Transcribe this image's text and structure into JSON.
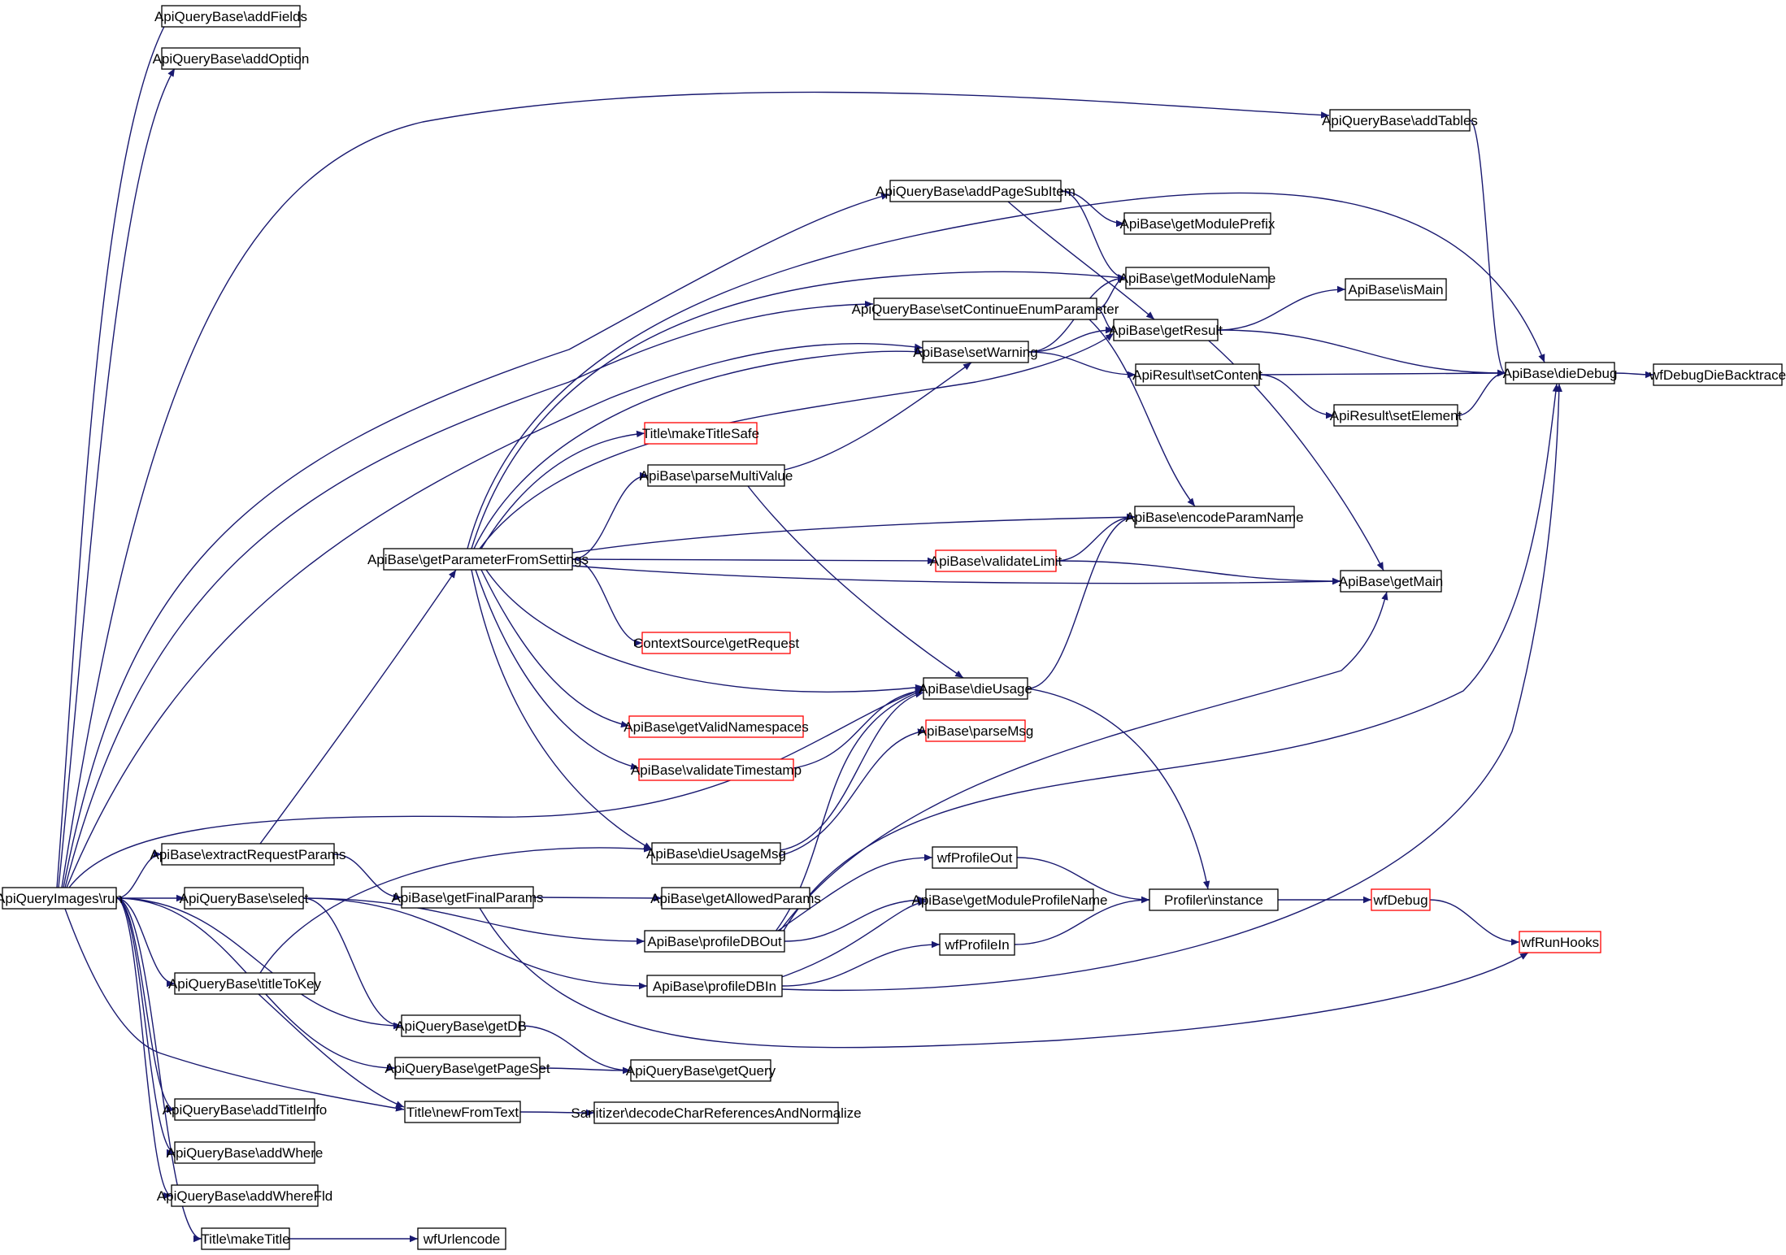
{
  "colors": {
    "edge": "#191970",
    "node_border": "#000000",
    "node_border_truncated": "#ff0000",
    "root_fill": "#bfbfbf",
    "node_fill": "#ffffff",
    "text": "#000000"
  },
  "nodes": [
    {
      "id": "root",
      "label": "ApiQueryImages\\run",
      "style": "root"
    },
    {
      "id": "addFields",
      "label": "ApiQueryBase\\addFields",
      "style": "normal"
    },
    {
      "id": "addOption",
      "label": "ApiQueryBase\\addOption",
      "style": "normal"
    },
    {
      "id": "addTables",
      "label": "ApiQueryBase\\addTables",
      "style": "normal"
    },
    {
      "id": "addPageSubItem",
      "label": "ApiQueryBase\\addPageSubItem",
      "style": "normal"
    },
    {
      "id": "getModulePrefix",
      "label": "ApiBase\\getModulePrefix",
      "style": "normal"
    },
    {
      "id": "getModuleName",
      "label": "ApiBase\\getModuleName",
      "style": "normal"
    },
    {
      "id": "setContinueEnumParameter",
      "label": "ApiQueryBase\\setContinueEnumParameter",
      "style": "normal"
    },
    {
      "id": "isMain",
      "label": "ApiBase\\isMain",
      "style": "normal"
    },
    {
      "id": "getResult",
      "label": "ApiBase\\getResult",
      "style": "normal"
    },
    {
      "id": "setWarning",
      "label": "ApiBase\\setWarning",
      "style": "normal"
    },
    {
      "id": "setContent",
      "label": "ApiResult\\setContent",
      "style": "normal"
    },
    {
      "id": "dieDebug",
      "label": "ApiBase\\dieDebug",
      "style": "normal"
    },
    {
      "id": "wfDebugDieBacktrace",
      "label": "wfDebugDieBacktrace",
      "style": "normal"
    },
    {
      "id": "setElement",
      "label": "ApiResult\\setElement",
      "style": "normal"
    },
    {
      "id": "makeTitleSafe",
      "label": "Title\\makeTitleSafe",
      "style": "truncated"
    },
    {
      "id": "parseMultiValue",
      "label": "ApiBase\\parseMultiValue",
      "style": "normal"
    },
    {
      "id": "encodeParamName",
      "label": "ApiBase\\encodeParamName",
      "style": "normal"
    },
    {
      "id": "getParameterFromSettings",
      "label": "ApiBase\\getParameterFromSettings",
      "style": "normal"
    },
    {
      "id": "validateLimit",
      "label": "ApiBase\\validateLimit",
      "style": "truncated"
    },
    {
      "id": "getMain",
      "label": "ApiBase\\getMain",
      "style": "normal"
    },
    {
      "id": "getRequest",
      "label": "ContextSource\\getRequest",
      "style": "truncated"
    },
    {
      "id": "dieUsage",
      "label": "ApiBase\\dieUsage",
      "style": "normal"
    },
    {
      "id": "getValidNamespaces",
      "label": "ApiBase\\getValidNamespaces",
      "style": "truncated"
    },
    {
      "id": "parseMsg",
      "label": "ApiBase\\parseMsg",
      "style": "truncated"
    },
    {
      "id": "validateTimestamp",
      "label": "ApiBase\\validateTimestamp",
      "style": "truncated"
    },
    {
      "id": "dieUsageMsg",
      "label": "ApiBase\\dieUsageMsg",
      "style": "normal"
    },
    {
      "id": "extractRequestParams",
      "label": "ApiBase\\extractRequestParams",
      "style": "normal"
    },
    {
      "id": "wfProfileOut",
      "label": "wfProfileOut",
      "style": "normal"
    },
    {
      "id": "select",
      "label": "ApiQueryBase\\select",
      "style": "normal"
    },
    {
      "id": "getFinalParams",
      "label": "ApiBase\\getFinalParams",
      "style": "normal"
    },
    {
      "id": "getAllowedParams",
      "label": "ApiBase\\getAllowedParams",
      "style": "normal"
    },
    {
      "id": "getModuleProfileName",
      "label": "ApiBase\\getModuleProfileName",
      "style": "normal"
    },
    {
      "id": "profilerInstance",
      "label": "Profiler\\instance",
      "style": "normal"
    },
    {
      "id": "wfDebug",
      "label": "wfDebug",
      "style": "truncated"
    },
    {
      "id": "profileDBOut",
      "label": "ApiBase\\profileDBOut",
      "style": "normal"
    },
    {
      "id": "wfRunHooks",
      "label": "wfRunHooks",
      "style": "truncated"
    },
    {
      "id": "wfProfileIn",
      "label": "wfProfileIn",
      "style": "normal"
    },
    {
      "id": "titleToKey",
      "label": "ApiQueryBase\\titleToKey",
      "style": "normal"
    },
    {
      "id": "profileDBIn",
      "label": "ApiBase\\profileDBIn",
      "style": "normal"
    },
    {
      "id": "getDB",
      "label": "ApiQueryBase\\getDB",
      "style": "normal"
    },
    {
      "id": "getPageSet",
      "label": "ApiQueryBase\\getPageSet",
      "style": "normal"
    },
    {
      "id": "getQuery",
      "label": "ApiQueryBase\\getQuery",
      "style": "normal"
    },
    {
      "id": "addTitleInfo",
      "label": "ApiQueryBase\\addTitleInfo",
      "style": "normal"
    },
    {
      "id": "newFromText",
      "label": "Title\\newFromText",
      "style": "normal"
    },
    {
      "id": "decodeChar",
      "label": "Sanitizer\\decodeCharReferencesAndNormalize",
      "style": "normal"
    },
    {
      "id": "addWhere",
      "label": "ApiQueryBase\\addWhere",
      "style": "normal"
    },
    {
      "id": "addWhereFld",
      "label": "ApiQueryBase\\addWhereFld",
      "style": "normal"
    },
    {
      "id": "makeTitle",
      "label": "Title\\makeTitle",
      "style": "normal"
    },
    {
      "id": "wfUrlencode",
      "label": "wfUrlencode",
      "style": "normal"
    }
  ],
  "edges": [
    [
      "root",
      "addFields"
    ],
    [
      "root",
      "addOption"
    ],
    [
      "root",
      "addTables"
    ],
    [
      "root",
      "addPageSubItem"
    ],
    [
      "root",
      "setContinueEnumParameter"
    ],
    [
      "root",
      "setWarning"
    ],
    [
      "root",
      "dieUsage"
    ],
    [
      "root",
      "extractRequestParams"
    ],
    [
      "root",
      "select"
    ],
    [
      "root",
      "titleToKey"
    ],
    [
      "root",
      "getDB"
    ],
    [
      "root",
      "getPageSet"
    ],
    [
      "root",
      "addTitleInfo"
    ],
    [
      "root",
      "newFromText"
    ],
    [
      "root",
      "addWhere"
    ],
    [
      "root",
      "addWhereFld"
    ],
    [
      "root",
      "makeTitle"
    ],
    [
      "addTables",
      "dieDebug"
    ],
    [
      "addPageSubItem",
      "getModulePrefix"
    ],
    [
      "addPageSubItem",
      "getModuleName"
    ],
    [
      "addPageSubItem",
      "getResult"
    ],
    [
      "setContinueEnumParameter",
      "getModuleName"
    ],
    [
      "setContinueEnumParameter",
      "getResult"
    ],
    [
      "setContinueEnumParameter",
      "encodeParamName"
    ],
    [
      "getResult",
      "isMain"
    ],
    [
      "getResult",
      "dieDebug"
    ],
    [
      "getResult",
      "getMain"
    ],
    [
      "setWarning",
      "getModuleName"
    ],
    [
      "setWarning",
      "getResult"
    ],
    [
      "setWarning",
      "setContent"
    ],
    [
      "setContent",
      "dieDebug"
    ],
    [
      "setContent",
      "setElement"
    ],
    [
      "setElement",
      "dieDebug"
    ],
    [
      "dieDebug",
      "wfDebugDieBacktrace"
    ],
    [
      "getParameterFromSettings",
      "dieDebug"
    ],
    [
      "getParameterFromSettings",
      "getModuleName"
    ],
    [
      "getParameterFromSettings",
      "setWarning"
    ],
    [
      "getParameterFromSettings",
      "getResult"
    ],
    [
      "getParameterFromSettings",
      "makeTitleSafe"
    ],
    [
      "getParameterFromSettings",
      "parseMultiValue"
    ],
    [
      "getParameterFromSettings",
      "encodeParamName"
    ],
    [
      "getParameterFromSettings",
      "validateLimit"
    ],
    [
      "getParameterFromSettings",
      "getMain"
    ],
    [
      "getParameterFromSettings",
      "getRequest"
    ],
    [
      "getParameterFromSettings",
      "dieUsage"
    ],
    [
      "getParameterFromSettings",
      "getValidNamespaces"
    ],
    [
      "getParameterFromSettings",
      "validateTimestamp"
    ],
    [
      "getParameterFromSettings",
      "dieUsageMsg"
    ],
    [
      "parseMultiValue",
      "setWarning"
    ],
    [
      "parseMultiValue",
      "dieUsage"
    ],
    [
      "validateLimit",
      "encodeParamName"
    ],
    [
      "validateLimit",
      "getMain"
    ],
    [
      "validateTimestamp",
      "dieUsage"
    ],
    [
      "dieUsage",
      "encodeParamName"
    ],
    [
      "dieUsage",
      "profilerInstance"
    ],
    [
      "dieUsageMsg",
      "dieUsage"
    ],
    [
      "dieUsageMsg",
      "parseMsg"
    ],
    [
      "extractRequestParams",
      "getParameterFromSettings"
    ],
    [
      "extractRequestParams",
      "getFinalParams"
    ],
    [
      "getFinalParams",
      "getAllowedParams"
    ],
    [
      "getFinalParams",
      "wfRunHooks"
    ],
    [
      "select",
      "profileDBOut"
    ],
    [
      "select",
      "profileDBIn"
    ],
    [
      "select",
      "getDB"
    ],
    [
      "titleToKey",
      "dieUsageMsg"
    ],
    [
      "titleToKey",
      "newFromText"
    ],
    [
      "profileDBOut",
      "dieUsage"
    ],
    [
      "profileDBOut",
      "getMain"
    ],
    [
      "profileDBOut",
      "wfProfileOut"
    ],
    [
      "profileDBOut",
      "getModuleProfileName"
    ],
    [
      "profileDBOut",
      "dieDebug"
    ],
    [
      "profileDBIn",
      "getModuleProfileName"
    ],
    [
      "profileDBIn",
      "wfProfileIn"
    ],
    [
      "profileDBIn",
      "dieDebug"
    ],
    [
      "wfProfileOut",
      "profilerInstance"
    ],
    [
      "wfProfileIn",
      "profilerInstance"
    ],
    [
      "profilerInstance",
      "wfDebug"
    ],
    [
      "wfDebug",
      "wfRunHooks"
    ],
    [
      "getDB",
      "getQuery"
    ],
    [
      "getPageSet",
      "getQuery"
    ],
    [
      "newFromText",
      "decodeChar"
    ],
    [
      "makeTitle",
      "wfUrlencode"
    ]
  ]
}
